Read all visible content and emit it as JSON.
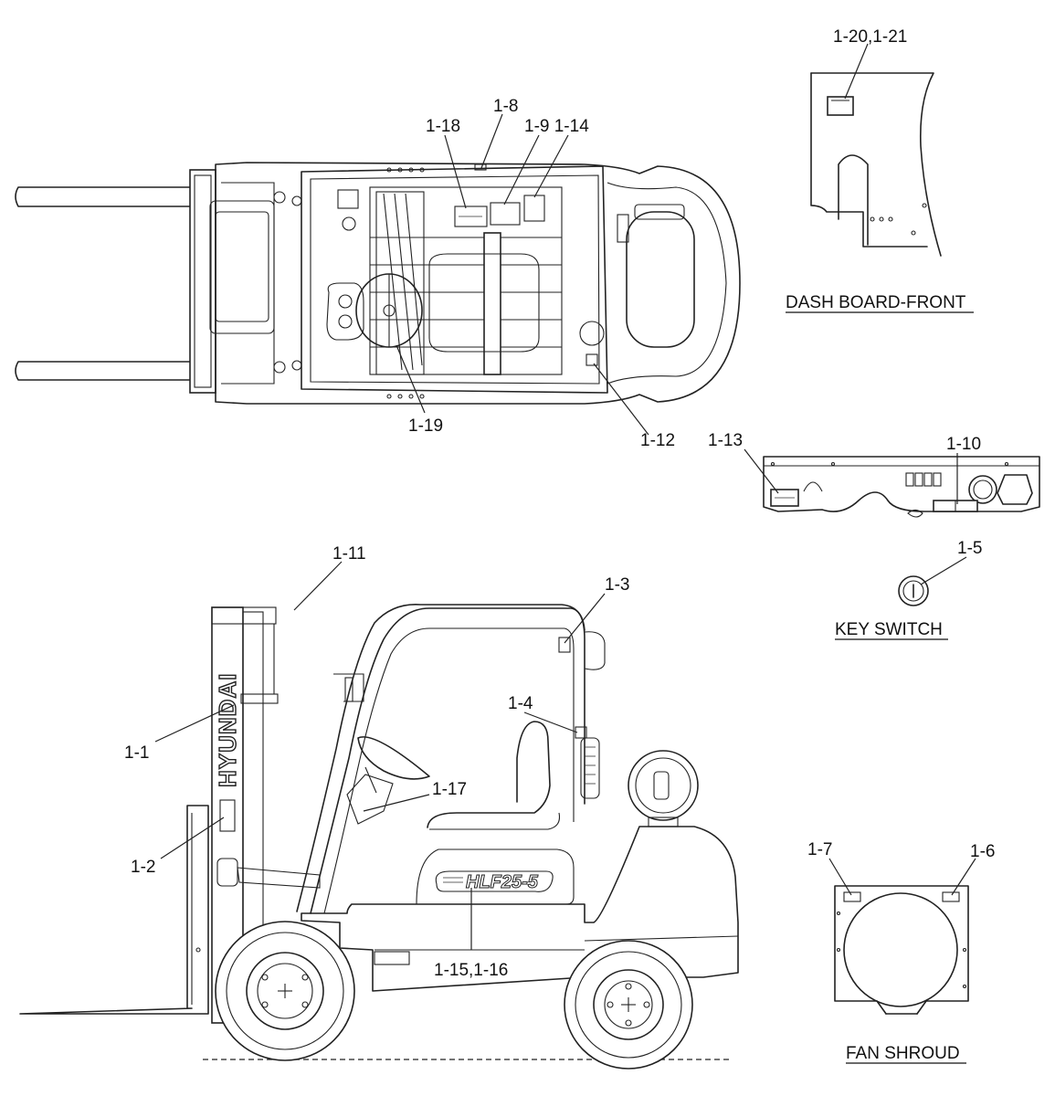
{
  "callouts": {
    "c_1_20_21": "1-20,1-21",
    "c_1_8": "1-8",
    "c_1_18": "1-18",
    "c_1_9_14": "1-9 1-14",
    "c_1_19": "1-19",
    "c_1_12": "1-12",
    "c_1_13": "1-13",
    "c_1_10": "1-10",
    "c_1_11": "1-11",
    "c_1_3": "1-3",
    "c_1_5": "1-5",
    "c_1_4": "1-4",
    "c_1_1": "1-1",
    "c_1_17": "1-17",
    "c_1_2": "1-2",
    "c_1_7": "1-7",
    "c_1_6": "1-6",
    "c_1_15_16": "1-15,1-16"
  },
  "titles": {
    "dash_board_front": "DASH BOARD-FRONT",
    "key_switch": "KEY SWITCH",
    "fan_shroud": "FAN SHROUD"
  },
  "decals": {
    "mast_brand": "HYUNDAI",
    "model": "HLF25-5"
  }
}
